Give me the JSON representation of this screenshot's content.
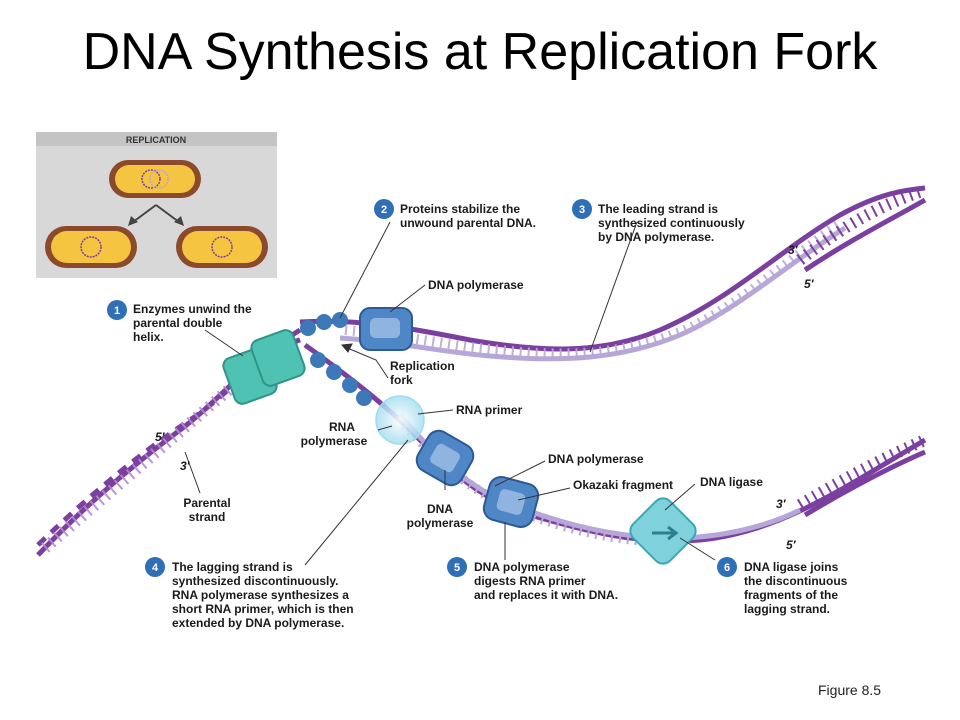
{
  "title": "DNA Synthesis at Replication Fork",
  "figure_label": "Figure 8.5",
  "inset": {
    "heading": "REPLICATION"
  },
  "labels": {
    "dna_polymerase_top": "DNA polymerase",
    "replication_fork": [
      "Replication",
      "fork"
    ],
    "rna_primer": "RNA primer",
    "rna_polymerase": [
      "RNA",
      "polymerase"
    ],
    "dna_polymerase_mid": "DNA polymerase",
    "dna_polymerase_low": [
      "DNA",
      "polymerase"
    ],
    "okazaki_fragment": "Okazaki fragment",
    "dna_ligase": "DNA ligase",
    "parental_strand": [
      "Parental",
      "strand"
    ]
  },
  "ends": {
    "top_3": "3′",
    "top_5": "5′",
    "left_5": "5′",
    "left_3": "3′",
    "bottom_3": "3′",
    "bottom_5": "5′"
  },
  "steps": [
    {
      "number": "1",
      "lines": [
        "Enzymes unwind the",
        "parental double",
        "helix."
      ]
    },
    {
      "number": "2",
      "lines": [
        "Proteins stabilize the",
        "unwound parental DNA."
      ]
    },
    {
      "number": "3",
      "lines": [
        "The leading strand is",
        "synthesized continuously",
        "by DNA polymerase."
      ]
    },
    {
      "number": "4",
      "lines": [
        "The lagging strand is",
        "synthesized discontinuously.",
        "RNA polymerase synthesizes a",
        "short RNA primer, which is then",
        "extended by DNA polymerase."
      ]
    },
    {
      "number": "5",
      "lines": [
        "DNA polymerase",
        "digests RNA primer",
        "and replaces it with DNA."
      ]
    },
    {
      "number": "6",
      "lines": [
        "DNA ligase joins",
        "the discontinuous",
        "fragments of the",
        "lagging strand."
      ]
    }
  ],
  "colors": {
    "parental": "#7b3fa0",
    "new_strand": "#b7a7d8",
    "helicase": "#4fc2b3",
    "polymerase": "#4f86c6",
    "ssb": "#3d78b8",
    "ligase": "#7fd1dc",
    "primer": "#c9eef5",
    "step_circle": "#2f6fb5"
  }
}
